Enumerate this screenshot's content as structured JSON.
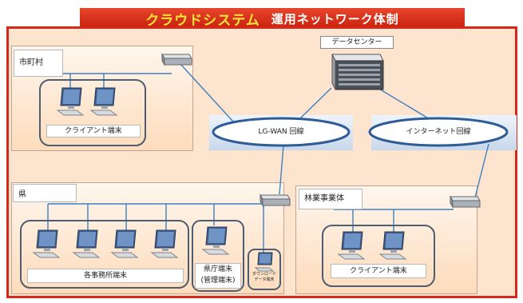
{
  "title": {
    "main": "クラウドシステム",
    "sub": "運用ネットワーク体制"
  },
  "data_center": {
    "label": "データセンター"
  },
  "networks": {
    "lgwan": "LG-WAN 回線",
    "internet": "インターネット回線"
  },
  "regions": {
    "municipality": {
      "label": "市町村",
      "client_group": "クライアント端末"
    },
    "prefecture": {
      "label": "県",
      "offices_group": "各事務所端末",
      "hq_group_line1": "県庁端末",
      "hq_group_line2": "(管理端末)",
      "small_device_line1": "ダウンロード",
      "small_device_line2": "データ端末"
    },
    "forestry": {
      "label": "林業事業体",
      "client_group": "クライアント端末"
    }
  },
  "colors": {
    "title_bg": "#d6281b",
    "title_main_text": "#ffe23a",
    "frame_border": "#d6281b",
    "frame_bg": "#fde4cf",
    "line": "#3f7fbf",
    "cloud_ring": "#2f5b97"
  },
  "icons": [
    "network-switch-icon",
    "server-rack-icon",
    "desktop-pc-icon"
  ]
}
